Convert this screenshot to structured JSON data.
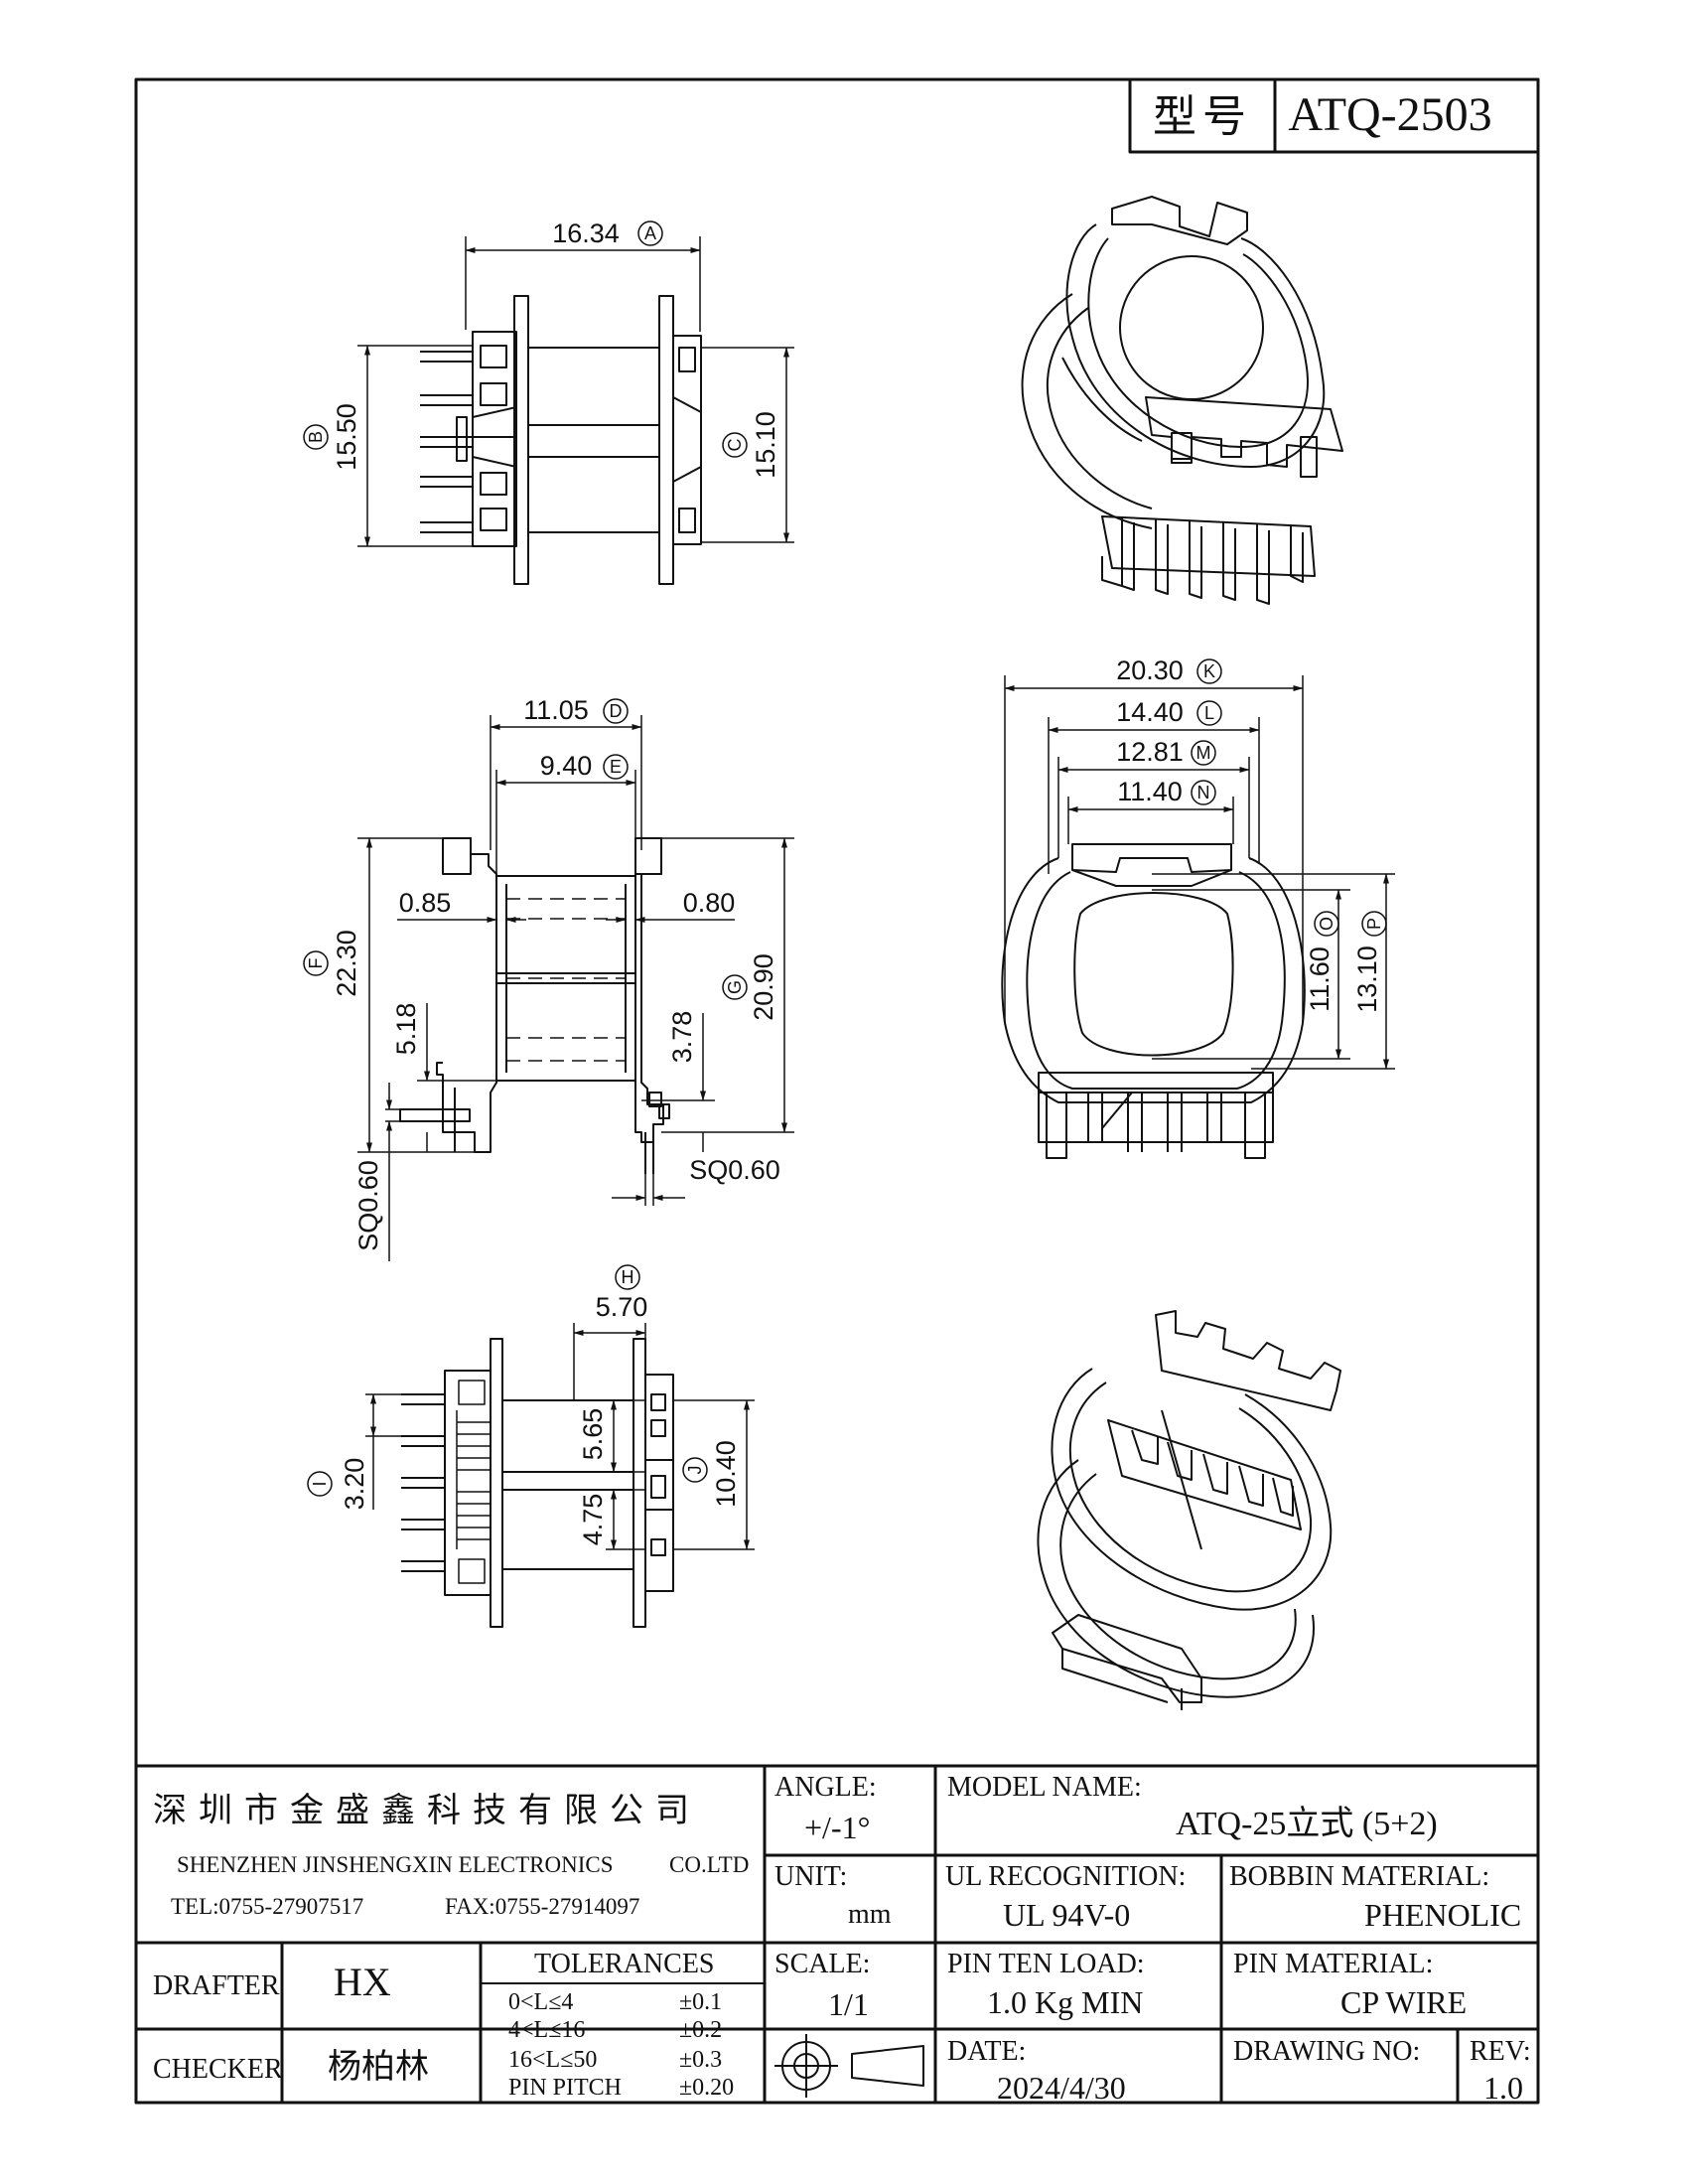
{
  "header": {
    "type_label": "型号",
    "model_code": "ATQ-2503"
  },
  "dimensions": {
    "a": "16.34",
    "a_tag": "A",
    "b": "15.50",
    "b_tag": "B",
    "c": "15.10",
    "c_tag": "C",
    "d": "11.05",
    "d_tag": "D",
    "e": "9.40",
    "e_tag": "E",
    "f": "22.30",
    "f_tag": "F",
    "g": "20.90",
    "g_tag": "G",
    "h": "5.70",
    "h_tag": "H",
    "i": "3.20",
    "i_tag": "I",
    "j": "10.40",
    "j_tag": "J",
    "k": "20.30",
    "k_tag": "K",
    "l": "14.40",
    "l_tag": "L",
    "m": "12.81",
    "m_tag": "M",
    "n": "11.40",
    "n_tag": "N",
    "o": "11.60",
    "o_tag": "O",
    "p": "13.10",
    "p_tag": "P",
    "wall_left": "0.85",
    "wall_right": "0.80",
    "left_height": "5.18",
    "right_height": "3.78",
    "sq_bottom": "SQ0.60",
    "sq_side": "SQ0.60",
    "slot_upper": "5.65",
    "slot_lower": "4.75"
  },
  "title_block": {
    "company_cn": "深圳市金盛鑫科技有限公司",
    "company_en": "SHENZHEN JINSHENGXIN ELECTRONICS",
    "company_en_suffix": "CO.LTD",
    "tel": "TEL:0755-27907517",
    "fax": "FAX:0755-27914097",
    "angle_label": "ANGLE:",
    "angle_value": "+/-1°",
    "model_name_label": "MODEL NAME:",
    "model_name_value": "ATQ-25立式 (5+2)",
    "unit_label": "UNIT:",
    "unit_value": "mm",
    "ul_label": "UL RECOGNITION:",
    "ul_value": "UL 94V-0",
    "bobbin_label": "BOBBIN MATERIAL:",
    "bobbin_value": "PHENOLIC",
    "drafter_label": "DRAFTER",
    "drafter_value": "HX",
    "tolerances_label": "TOLERANCES",
    "tolerances": [
      {
        "range": "0<L≤4",
        "value": "±0.1"
      },
      {
        "range": "4<L≤16",
        "value": "±0.2"
      },
      {
        "range": "16<L≤50",
        "value": "±0.3"
      },
      {
        "range": "PIN PITCH",
        "value": "±0.20"
      }
    ],
    "scale_label": "SCALE:",
    "scale_value": "1/1",
    "pin_load_label": "PIN TEN LOAD:",
    "pin_load_value": "1.0 Kg MIN",
    "pin_material_label": "PIN MATERIAL:",
    "pin_material_value": "CP WIRE",
    "checker_label": "CHECKER",
    "checker_value": "杨柏林",
    "date_label": "DATE:",
    "date_value": "2024/4/30",
    "drawing_no_label": "DRAWING NO:",
    "drawing_no_value": "",
    "rev_label": "REV:",
    "rev_value": "1.0"
  }
}
